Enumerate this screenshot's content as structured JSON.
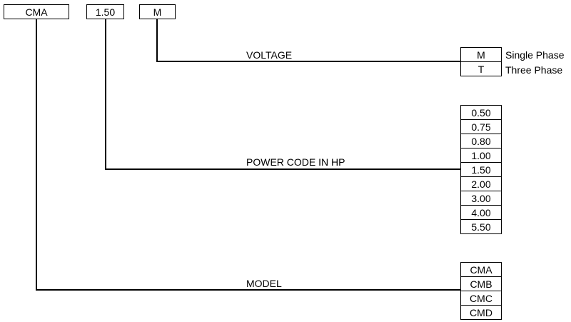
{
  "code_boxes": {
    "model": "CMA",
    "power": "1.50",
    "voltage": "M"
  },
  "labels": {
    "voltage": "VOLTAGE",
    "power": "POWER CODE IN HP",
    "model": "MODEL"
  },
  "voltage_options": [
    {
      "code": "M",
      "description": "Single Phase"
    },
    {
      "code": "T",
      "description": "Three Phase"
    }
  ],
  "power_options": [
    "0.50",
    "0.75",
    "0.80",
    "1.00",
    "1.50",
    "2.00",
    "3.00",
    "4.00",
    "5.50"
  ],
  "model_options": [
    "CMA",
    "CMB",
    "CMC",
    "CMD"
  ]
}
